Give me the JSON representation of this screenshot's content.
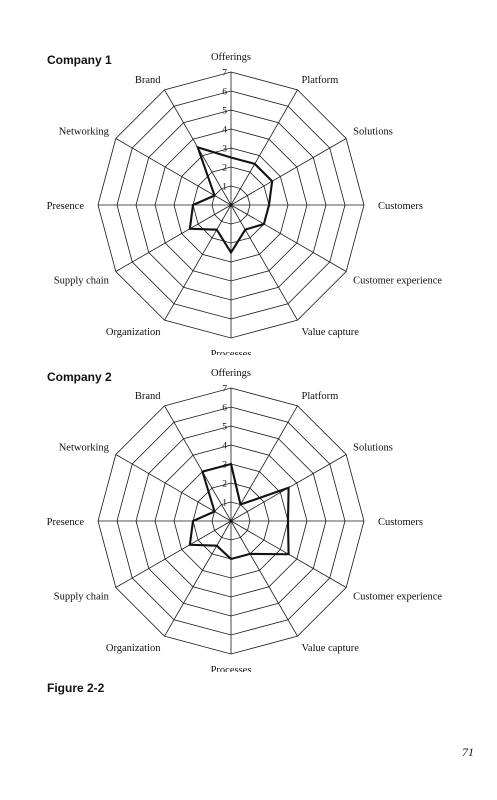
{
  "chart_data": [
    {
      "type": "radar",
      "title": "Company 1",
      "categories": [
        "Offerings",
        "Platform",
        "Solutions",
        "Customers",
        "Customer experience",
        "Value capture",
        "Processes",
        "Organization",
        "Supply chain",
        "Presence",
        "Networking",
        "Brand"
      ],
      "ticks": [
        "1",
        "2",
        "3",
        "4",
        "5",
        "6",
        "7"
      ],
      "range": [
        0,
        7
      ],
      "grid": true,
      "values": [
        2.5,
        2.5,
        2.5,
        2,
        2,
        1.5,
        2.5,
        1.5,
        2.5,
        2,
        1,
        3.5
      ]
    },
    {
      "type": "radar",
      "title": "Company 2",
      "categories": [
        "Offerings",
        "Platform",
        "Solutions",
        "Customers",
        "Customer experience",
        "Value capture",
        "Processes",
        "Organization",
        "Supply chain",
        "Presence",
        "Networking",
        "Brand"
      ],
      "ticks": [
        "1",
        "2",
        "3",
        "4",
        "5",
        "6",
        "7"
      ],
      "range": [
        0,
        7
      ],
      "grid": true,
      "values": [
        3,
        1,
        3.5,
        3,
        3.5,
        2,
        2,
        1.5,
        2.5,
        2,
        1,
        3
      ]
    }
  ],
  "figure": {
    "caption": "Figure 2-2"
  },
  "page": {
    "number": "71"
  }
}
